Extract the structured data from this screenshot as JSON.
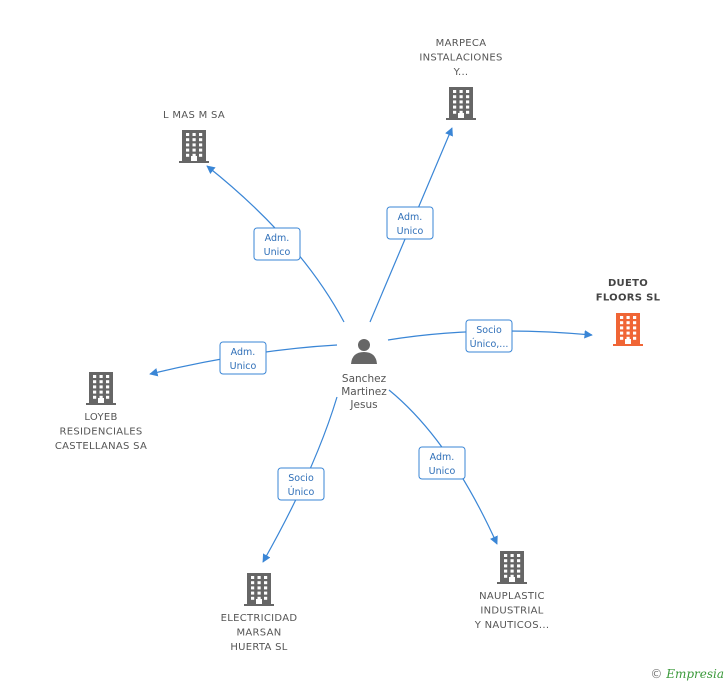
{
  "colors": {
    "edge": "#3a86d6",
    "company": "#666666",
    "focus_company": "#f06535",
    "person": "#666666"
  },
  "center": {
    "name_lines": [
      "Sanchez",
      "Martinez",
      "Jesus"
    ],
    "icon": "person-icon"
  },
  "companies": [
    {
      "id": "marpeca",
      "lines": [
        "MARPECA",
        "INSTALACIONES",
        "Y..."
      ],
      "icon": "building-icon",
      "focus": false
    },
    {
      "id": "lmasm",
      "lines": [
        "L MAS M SA"
      ],
      "icon": "building-icon",
      "focus": false
    },
    {
      "id": "dueto",
      "lines": [
        "DUETO",
        "FLOORS SL"
      ],
      "icon": "building-icon",
      "focus": true
    },
    {
      "id": "loyeb",
      "lines": [
        "LOYEB",
        "RESIDENCIALES",
        "CASTELLANAS SA"
      ],
      "icon": "building-icon",
      "focus": false
    },
    {
      "id": "electricidad",
      "lines": [
        "ELECTRICIDAD",
        "MARSAN",
        "HUERTA SL"
      ],
      "icon": "building-icon",
      "focus": false
    },
    {
      "id": "nauplastic",
      "lines": [
        "NAUPLASTIC",
        "INDUSTRIAL",
        "Y NAUTICOS..."
      ],
      "icon": "building-icon",
      "focus": false
    }
  ],
  "edges": [
    {
      "to": "marpeca",
      "label_lines": [
        "Adm.",
        "Unico"
      ]
    },
    {
      "to": "lmasm",
      "label_lines": [
        "Adm.",
        "Unico"
      ]
    },
    {
      "to": "dueto",
      "label_lines": [
        "Socio",
        "Único,..."
      ]
    },
    {
      "to": "loyeb",
      "label_lines": [
        "Adm.",
        "Unico"
      ]
    },
    {
      "to": "electricidad",
      "label_lines": [
        "Socio",
        "Único"
      ]
    },
    {
      "to": "nauplastic",
      "label_lines": [
        "Adm.",
        "Unico"
      ]
    }
  ],
  "watermark": {
    "symbol": "©",
    "brand": "Empresia"
  }
}
